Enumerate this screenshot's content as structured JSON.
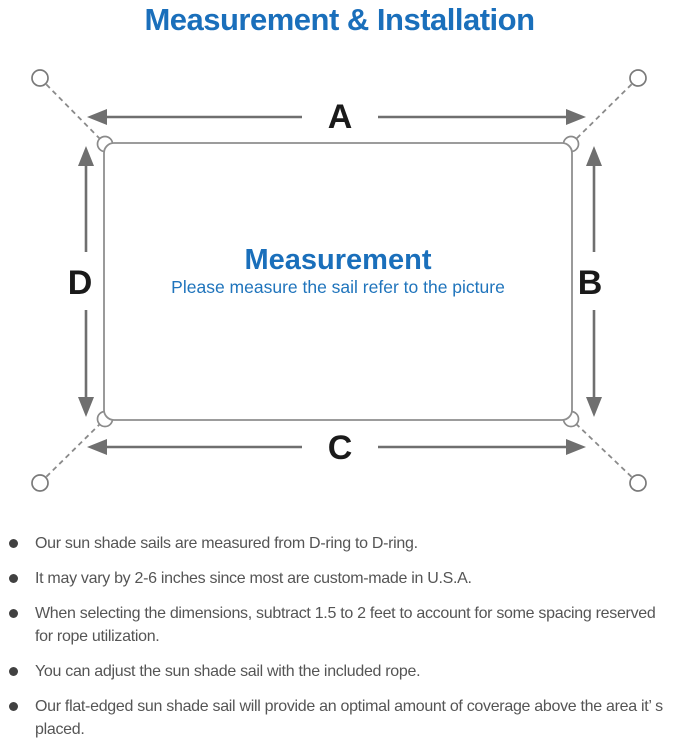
{
  "title": "Measurement & Installation",
  "diagram": {
    "dimension_labels": {
      "top": "A",
      "right": "B",
      "bottom": "C",
      "left": "D"
    },
    "center": {
      "title": "Measurement",
      "subtitle": "Please measure the sail refer to the picture"
    }
  },
  "bullets": [
    "Our sun shade sails are measured from D-ring to D-ring.",
    "It may vary by 2-6 inches since most are custom-made in U.S.A.",
    "When selecting the dimensions, subtract 1.5 to 2 feet to account for some spacing reserved for rope utilization.",
    "You can adjust the sun shade sail with the included rope.",
    "Our flat-edged sun shade sail will provide an optimal amount of coverage above the area it’ s placed."
  ],
  "colors": {
    "accent_blue": "#1a6fbb",
    "diagram_gray": "#8a8a8a",
    "arrow_gray": "#6f6f6f",
    "body_text_gray": "#555555"
  }
}
